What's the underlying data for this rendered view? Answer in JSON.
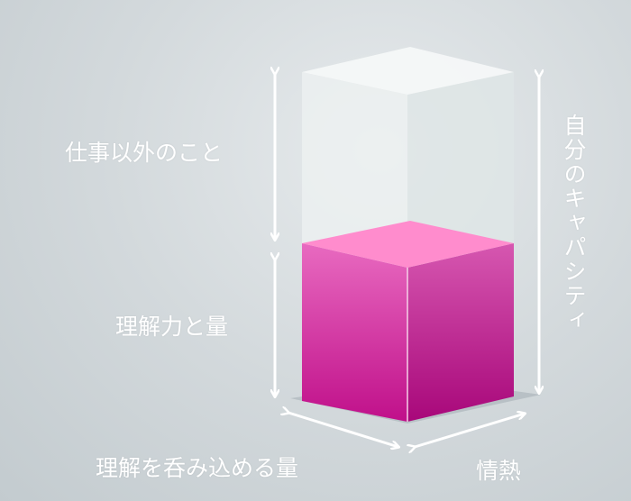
{
  "labels": {
    "outside_work": "仕事以外のこと",
    "understanding": "理解力と量",
    "absorb_amount": "理解を呑み込める量",
    "passion": "情熱",
    "capacity": "自分のキャパシティ"
  },
  "colors": {
    "fill": "#d0208f",
    "fill_top": "#ff8ccd",
    "glass": "#eef2f2",
    "arrow": "#ffffff"
  }
}
